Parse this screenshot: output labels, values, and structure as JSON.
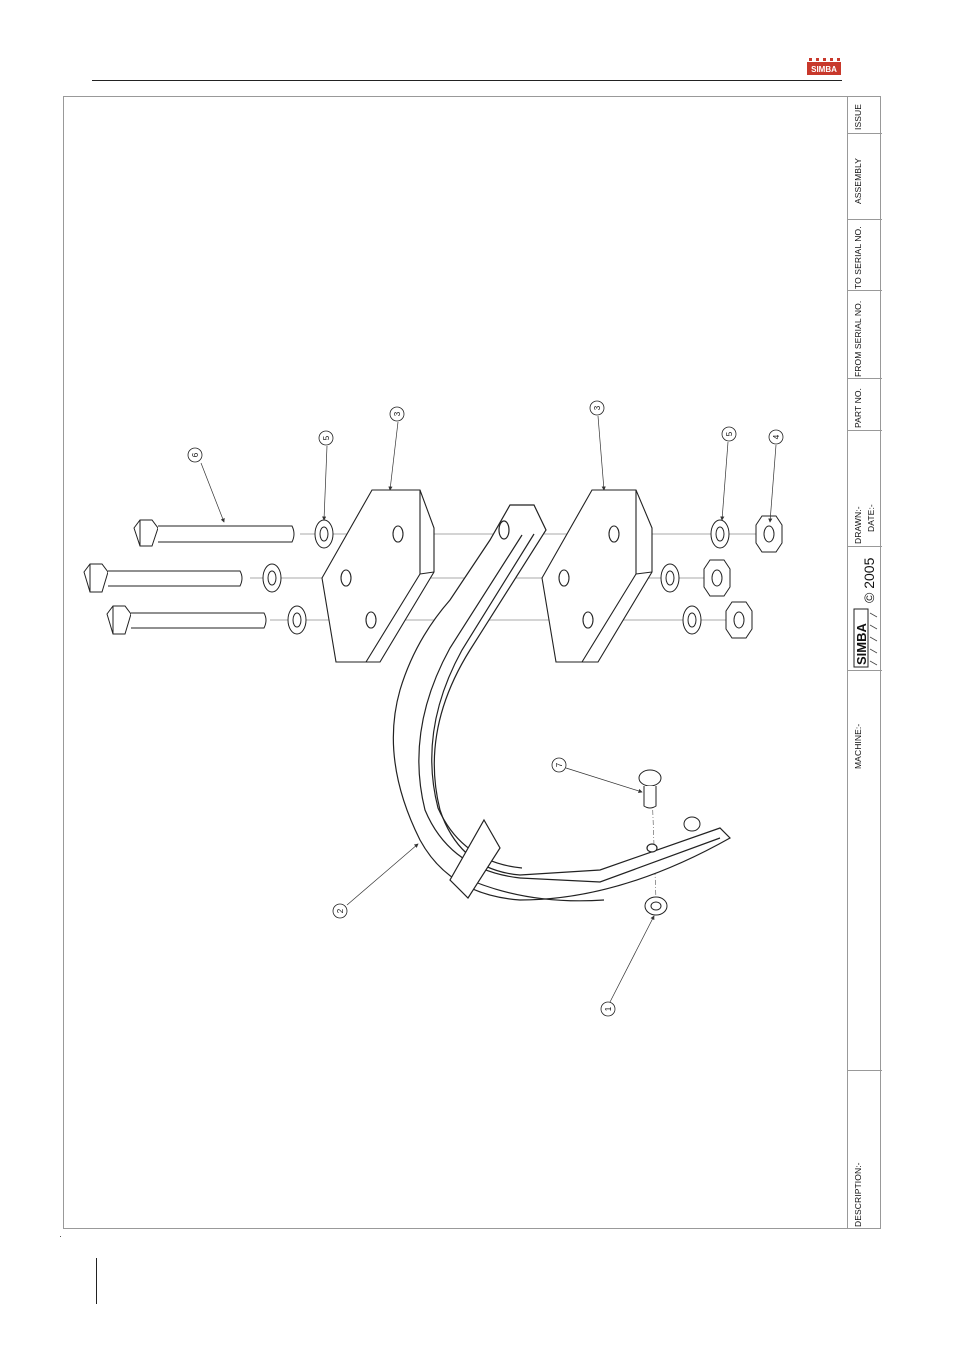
{
  "header": {
    "logo_text": "SIMBA",
    "brand_color": "#c8382b"
  },
  "title_block": {
    "issue_label": "ISSUE",
    "assembly_label": "ASSEMBLY",
    "to_serial_label": "TO SERIAL NO.",
    "from_serial_label": "FROM SERIAL NO.",
    "part_no_label": "PART NO.",
    "drawn_label": "DRAWN:-",
    "date_label": "DATE:-",
    "logo_text": "SIMBA",
    "copyright_text": "© 2005",
    "machine_label": "MACHINE:-",
    "description_label": "DESCRIPTION:-"
  },
  "callouts": [
    "1",
    "2",
    "3",
    "3",
    "4",
    "5",
    "5",
    "6",
    "7"
  ]
}
